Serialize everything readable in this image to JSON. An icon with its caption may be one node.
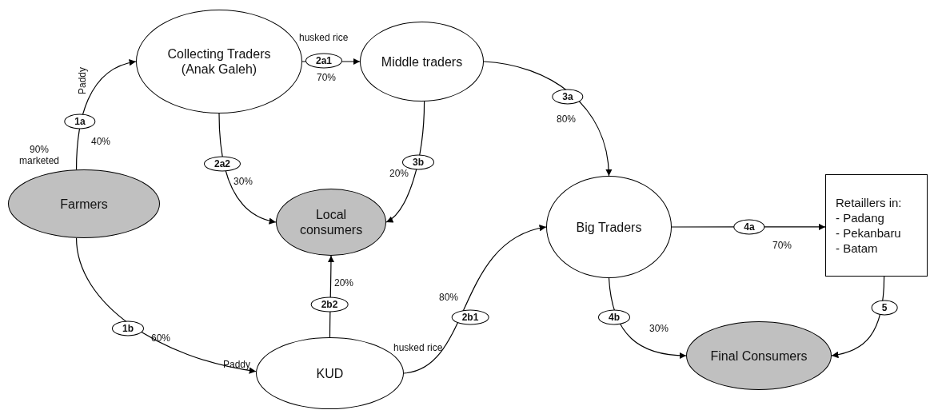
{
  "diagram": {
    "nodes": [
      {
        "text": [
          "Farmers"
        ],
        "beside": [
          "90% marketed"
        ]
      },
      {
        "text": [
          "Collecting Traders (Anak Galeh)"
        ]
      },
      {
        "text": [
          "Middle traders"
        ]
      },
      {
        "text": [
          "Local consumers"
        ]
      },
      {
        "text": [
          "KUD"
        ]
      },
      {
        "text": [
          "Big Traders"
        ]
      },
      {
        "text": [
          "Retaillers in:",
          "- Padang",
          "- Pekanbaru",
          "- Batam"
        ]
      },
      {
        "text": [
          "Final Consumers"
        ]
      }
    ],
    "edges": [
      {
        "from": 0,
        "to": 1,
        "arrow": "to",
        "label": "1a"
      },
      {
        "from": 0,
        "to": 4,
        "arrow": "to",
        "label": "1b"
      },
      {
        "from": 1,
        "to": 2,
        "arrow": "to",
        "label": "2a1"
      },
      {
        "from": 1,
        "to": 3,
        "arrow": "to",
        "label": "2a2"
      },
      {
        "from": 2,
        "to": 3,
        "arrow": "to",
        "label": "3b"
      },
      {
        "from": 2,
        "to": 5,
        "arrow": "to",
        "label": "3a"
      },
      {
        "from": 4,
        "to": 3,
        "arrow": "to",
        "label": "2b2"
      },
      {
        "from": 4,
        "to": 5,
        "arrow": "to",
        "label": "2b1"
      },
      {
        "from": 5,
        "to": 6,
        "arrow": "to",
        "label": "4a"
      },
      {
        "from": 5,
        "to": 7,
        "arrow": "to",
        "label": "4b"
      },
      {
        "from": 6,
        "to": 7,
        "arrow": "to",
        "label": "5"
      }
    ],
    "labels": [
      "husked rice",
      "Paddy",
      "70%",
      "40%",
      "20%",
      "30%",
      "80%",
      "20%",
      "80%",
      "60%",
      "Paddy",
      "husked rice",
      "70%",
      "30%"
    ]
  }
}
